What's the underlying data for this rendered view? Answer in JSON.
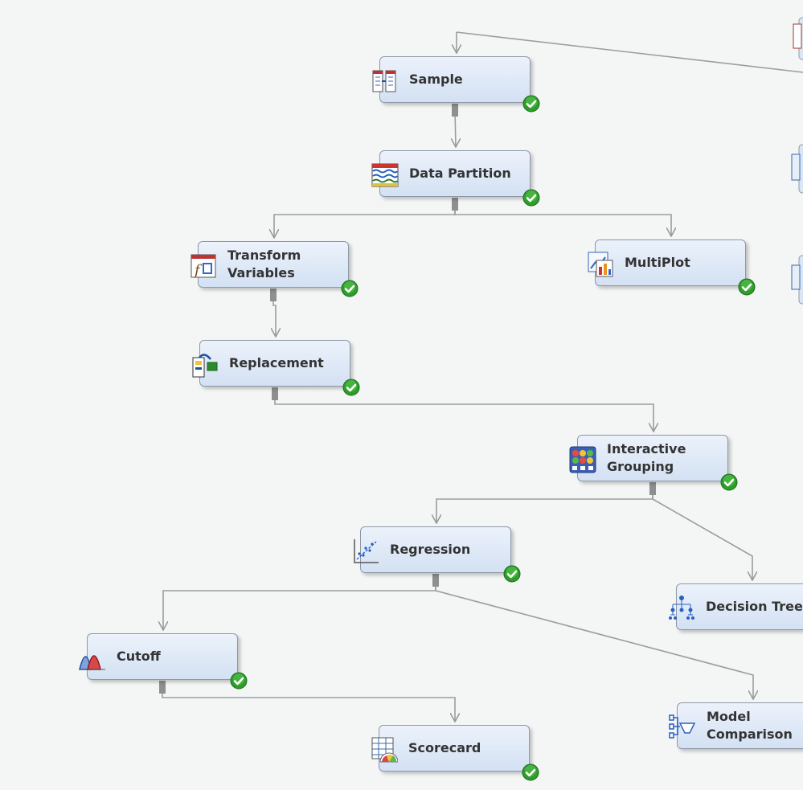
{
  "diagram": {
    "nodes": [
      {
        "id": "sample",
        "label": "Sample",
        "icon": "sample-icon",
        "status": "completed"
      },
      {
        "id": "data-partition",
        "label": "Data Partition",
        "icon": "data-partition-icon",
        "status": "completed"
      },
      {
        "id": "transform-variables",
        "label": "Transform\nVariables",
        "icon": "transform-variables-icon",
        "status": "completed"
      },
      {
        "id": "multiplot",
        "label": "MultiPlot",
        "icon": "multiplot-icon",
        "status": "completed"
      },
      {
        "id": "replacement",
        "label": "Replacement",
        "icon": "replacement-icon",
        "status": "completed"
      },
      {
        "id": "interactive-grouping",
        "label": "Interactive\nGrouping",
        "icon": "interactive-grouping-icon",
        "status": "completed"
      },
      {
        "id": "regression",
        "label": "Regression",
        "icon": "regression-icon",
        "status": "completed"
      },
      {
        "id": "decision-tree",
        "label": "Decision Tree",
        "icon": "decision-tree-icon",
        "status": "none"
      },
      {
        "id": "cutoff",
        "label": "Cutoff",
        "icon": "cutoff-icon",
        "status": "completed"
      },
      {
        "id": "model-comparison",
        "label": "Model\nComparison",
        "icon": "model-comparison-icon",
        "status": "none"
      },
      {
        "id": "scorecard",
        "label": "Scorecard",
        "icon": "scorecard-icon",
        "status": "completed"
      }
    ],
    "edges": [
      [
        "sample",
        "data-partition"
      ],
      [
        "data-partition",
        "transform-variables"
      ],
      [
        "data-partition",
        "multiplot"
      ],
      [
        "transform-variables",
        "replacement"
      ],
      [
        "replacement",
        "interactive-grouping"
      ],
      [
        "interactive-grouping",
        "regression"
      ],
      [
        "interactive-grouping",
        "decision-tree"
      ],
      [
        "regression",
        "cutoff"
      ],
      [
        "regression",
        "model-comparison"
      ],
      [
        "cutoff",
        "scorecard"
      ]
    ],
    "colors": {
      "node_border": "#8d99a8",
      "node_fill_top": "#ecf2fb",
      "node_fill_bottom": "#d3e1f3",
      "connector": "#979a9c",
      "status_ok": "#2e9d2a",
      "canvas_bg": "#f4f6f6"
    }
  }
}
